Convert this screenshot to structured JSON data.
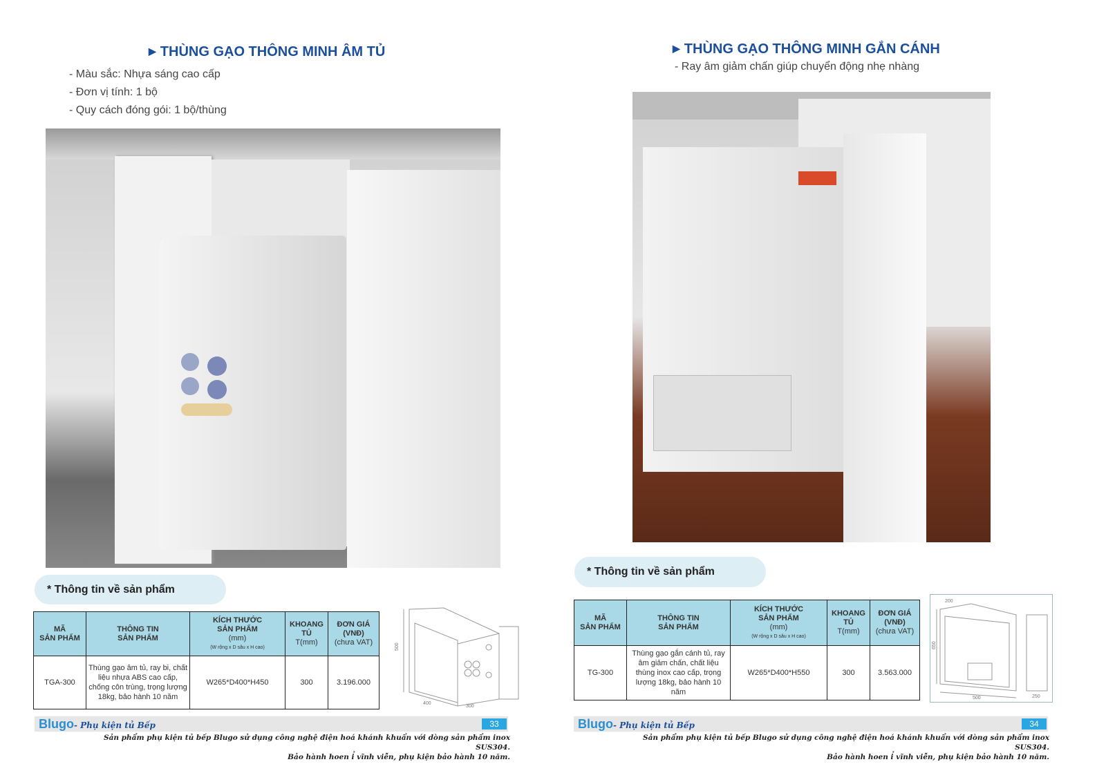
{
  "left": {
    "title": "THÙNG GẠO THÔNG MINH ÂM TỦ",
    "bullets": [
      "- Màu sắc: Nhựa sáng cao cấp",
      "- Đơn vị tính: 1 bộ",
      "- Quy cách đóng gói: 1 bộ/thùng"
    ],
    "info_label": "* Thông tin về sản phẩm",
    "table": {
      "headers": {
        "code": [
          "MÃ",
          "SẢN PHẨM"
        ],
        "info": [
          "THÔNG TIN",
          "SẢN PHẨM"
        ],
        "size": [
          "KÍCH THƯỚC",
          "SẢN PHẨM",
          "(mm)",
          "(W rộng x D sâu x H cao)"
        ],
        "cabinet": [
          "KHOANG",
          "TỦ",
          "T(mm)"
        ],
        "price": [
          "ĐƠN GIÁ",
          "(VNĐ)",
          "(chưa VAT)"
        ]
      },
      "row": {
        "code": "TGA-300",
        "info": "Thùng gạo âm tủ, ray bi, chất liệu nhựa ABS cao cấp, chống côn trùng, trọng lượng 18kg, bảo hành 10 năm",
        "size": "W265*D400*H450",
        "cabinet": "300",
        "price": "3.196.000"
      }
    },
    "drawing_dims": [
      "500",
      "400",
      "300"
    ],
    "footer": {
      "brand": "Blugo",
      "tagline": "- Phụ kiện tủ Bếp",
      "page": "33",
      "note1": "Sản phẩm phụ kiện tủ bếp Blugo sử dụng công nghệ điện hoá khánh khuẩn với dòng sản phẩm inox SUS304.",
      "note2": "Bảo hành hoen ỉ vĩnh viễn, phụ kiện bảo hành 10 năm."
    }
  },
  "right": {
    "title": "THÙNG GẠO THÔNG MINH GẮN CÁNH",
    "subtitle": "- Ray âm giảm chấn giúp chuyển động nhẹ nhàng",
    "info_label": "* Thông tin về sản phẩm",
    "table": {
      "headers": {
        "code": [
          "MÃ",
          "SẢN PHẨM"
        ],
        "info": [
          "THÔNG TIN",
          "SẢN PHẨM"
        ],
        "size": [
          "KÍCH THƯỚC",
          "SẢN PHẨM",
          "(mm)",
          "(W rộng x D sâu x H cao)"
        ],
        "cabinet": [
          "KHOANG",
          "TỦ",
          "T(mm)"
        ],
        "price": [
          "ĐƠN GIÁ",
          "(VNĐ)",
          "(chưa VAT)"
        ]
      },
      "row": {
        "code": "TG-300",
        "info": "Thùng gạo gắn cánh tủ, ray âm giảm chấn, chất liệu thùng inox cao cấp, trọng lượng 18kg, bảo hành 10 năm",
        "size": "W265*D400*H550",
        "cabinet": "300",
        "price": "3.563.000"
      }
    },
    "drawing_dims": [
      "200",
      "650",
      "500",
      "250"
    ],
    "footer": {
      "brand": "Blugo",
      "tagline": "- Phụ kiện tủ Bếp",
      "page": "34",
      "note1": "Sản phẩm phụ kiện tủ bếp Blugo sử dụng công nghệ điện hoá khánh khuẩn với dòng sản phẩm inox SUS304.",
      "note2": "Bảo hành hoen ỉ vĩnh viễn, phụ kiện bảo hành 10 năm."
    }
  },
  "colors": {
    "title": "#1b4f9c",
    "table_header": "#a9d8e6",
    "pill": "#ddeef5",
    "page_badge": "#2aa7e0"
  }
}
